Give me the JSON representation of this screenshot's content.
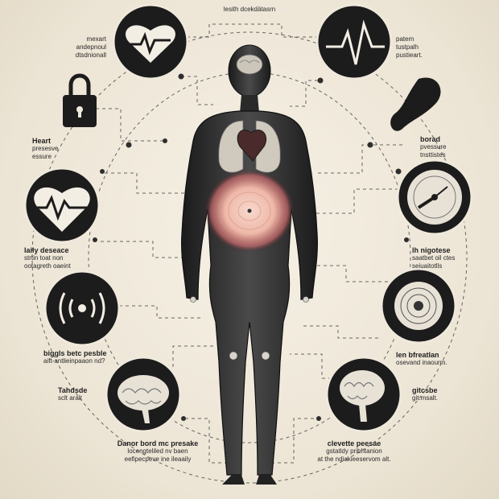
{
  "header": {
    "title": "lesith dcekdätasrn"
  },
  "labels": {
    "top_left": {
      "lines": [
        "mexart",
        "andepnoul",
        "dtsdnionall"
      ]
    },
    "top_right": {
      "lines": [
        "patem",
        "tustpalh",
        "pustieart."
      ]
    },
    "heart_pressure": {
      "title": "Heart",
      "lines": [
        "presesve",
        "essure"
      ]
    },
    "blood_pressure": {
      "title": "borad",
      "lines": [
        "pvessure",
        "tnsttistes"
      ]
    },
    "lung_disease": {
      "title": "laily deseace",
      "lines": [
        "strtin toat non",
        "ootagreth oaeint"
      ]
    },
    "digestive": {
      "title": "lh nigotese",
      "lines": [
        "saatbet oil ctes",
        "seiuaitotlls"
      ]
    },
    "biggest": {
      "title": "biggls betc pesble",
      "lines": [
        "aift-antlieinpaaon nd?"
      ]
    },
    "breathing": {
      "title": "len bfreatlan",
      "lines": [
        "osevand inaourm."
      ]
    },
    "brain_left": {
      "title": "Tahdsde",
      "lines": [
        "sclt aralt"
      ]
    },
    "brain_right": {
      "title": "gitcsbe",
      "lines": [
        "git.msalt."
      ]
    },
    "bottom_left": {
      "title": "Danor bord mc presake",
      "lines": [
        "locengteliled nv baen",
        "eefipecpeve ine ileaaily"
      ]
    },
    "bottom_right": {
      "title": "clevette peesae",
      "lines": [
        "gstatldy pribhtanion",
        "at the ndiakieeservom alt."
      ]
    }
  },
  "colors": {
    "background": "#efe9dc",
    "badge": "#1c1c1c",
    "body": "#2a2a2a",
    "accent_glow": "#e9a89a",
    "organ": "#c9c3b8"
  },
  "icons": [
    "heart-monitor-icon",
    "heartbeat-icon",
    "padlock-icon",
    "kidney-icon",
    "heart-pulse-icon",
    "gauge-icon",
    "sound-waves-icon",
    "dial-icon",
    "brain-icon",
    "brain-side-icon"
  ]
}
